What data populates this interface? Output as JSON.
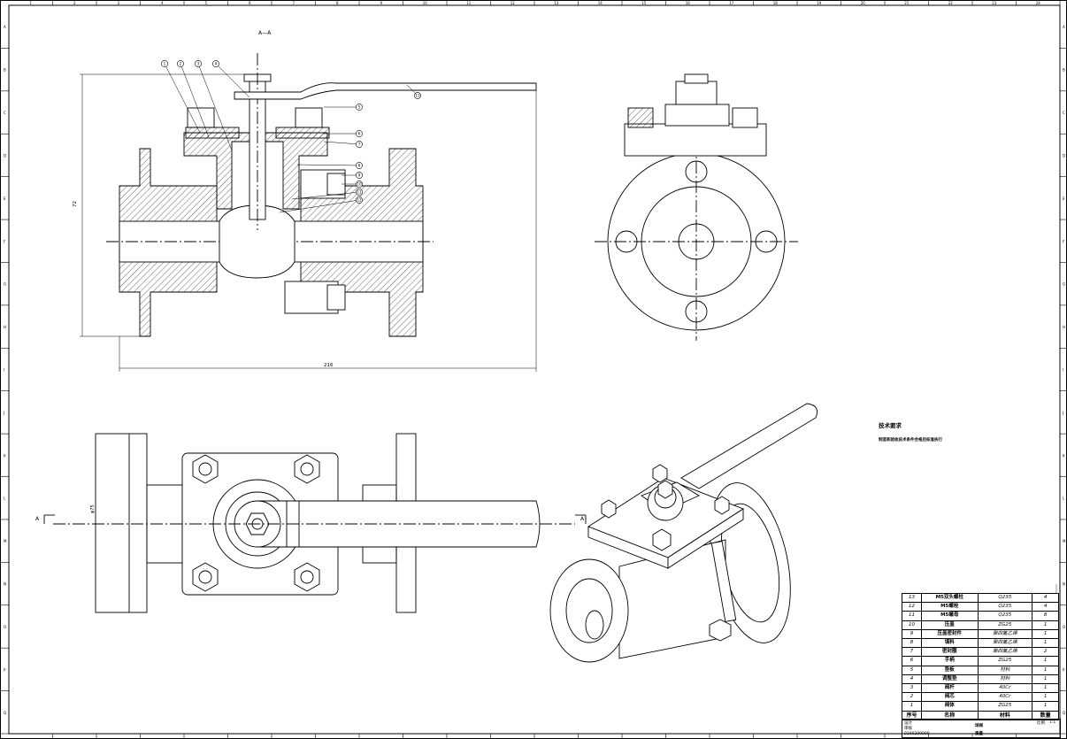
{
  "drawing": {
    "section_label": "A—A",
    "cut_marker": "A",
    "dim_height": "72",
    "dim_length": "216",
    "dim_diameter": "φ75",
    "balloons": [
      "1",
      "2",
      "3",
      "4",
      "5",
      "6",
      "7",
      "8",
      "9",
      "10",
      "11",
      "12",
      "13"
    ],
    "border_columns": [
      "1",
      "2",
      "3",
      "4",
      "5",
      "6",
      "7",
      "8",
      "9",
      "10",
      "11",
      "12",
      "13",
      "14",
      "15",
      "16",
      "17",
      "18",
      "19",
      "20",
      "21",
      "22",
      "23",
      "24"
    ],
    "border_rows": [
      "A",
      "B",
      "C",
      "D",
      "E",
      "F",
      "G",
      "H",
      "I",
      "J",
      "K",
      "L",
      "M",
      "N",
      "O",
      "P",
      "Q"
    ]
  },
  "tech_req": {
    "title": "技术要求",
    "body": "制造和验收技术条件合格后标准执行"
  },
  "bom": {
    "rows": [
      {
        "no": "13",
        "name": "M5双头螺柱",
        "mat": "Q235",
        "qty": "4"
      },
      {
        "no": "12",
        "name": "M5螺栓",
        "mat": "Q235",
        "qty": "4"
      },
      {
        "no": "11",
        "name": "M5螺母",
        "mat": "Q235",
        "qty": "8"
      },
      {
        "no": "10",
        "name": "压盖",
        "mat": "ZG25",
        "qty": "1"
      },
      {
        "no": "9",
        "name": "压盖密封件",
        "mat": "聚四氟乙烯",
        "qty": "1"
      },
      {
        "no": "8",
        "name": "填料",
        "mat": "聚四氟乙烯",
        "qty": "1"
      },
      {
        "no": "7",
        "name": "密封圈",
        "mat": "聚四氟乙烯",
        "qty": "2"
      },
      {
        "no": "6",
        "name": "手柄",
        "mat": "ZG25",
        "qty": "1"
      },
      {
        "no": "5",
        "name": "垫板",
        "mat": "材料",
        "qty": "1"
      },
      {
        "no": "4",
        "name": "调整垫",
        "mat": "材料",
        "qty": "1"
      },
      {
        "no": "3",
        "name": "阀杆",
        "mat": "40Cr",
        "qty": "1"
      },
      {
        "no": "2",
        "name": "阀芯",
        "mat": "40Cr",
        "qty": "1"
      },
      {
        "no": "1",
        "name": "阀体",
        "mat": "ZG25",
        "qty": "1"
      }
    ],
    "header": {
      "no": "序号",
      "name": "名称",
      "mat": "材料",
      "qty": "数量"
    }
  },
  "title_block": {
    "design": "设计",
    "check": "审核",
    "part": "球阀",
    "scale": "比例",
    "scale_val": "1:1",
    "code": "0100200000",
    "material": "质量"
  }
}
